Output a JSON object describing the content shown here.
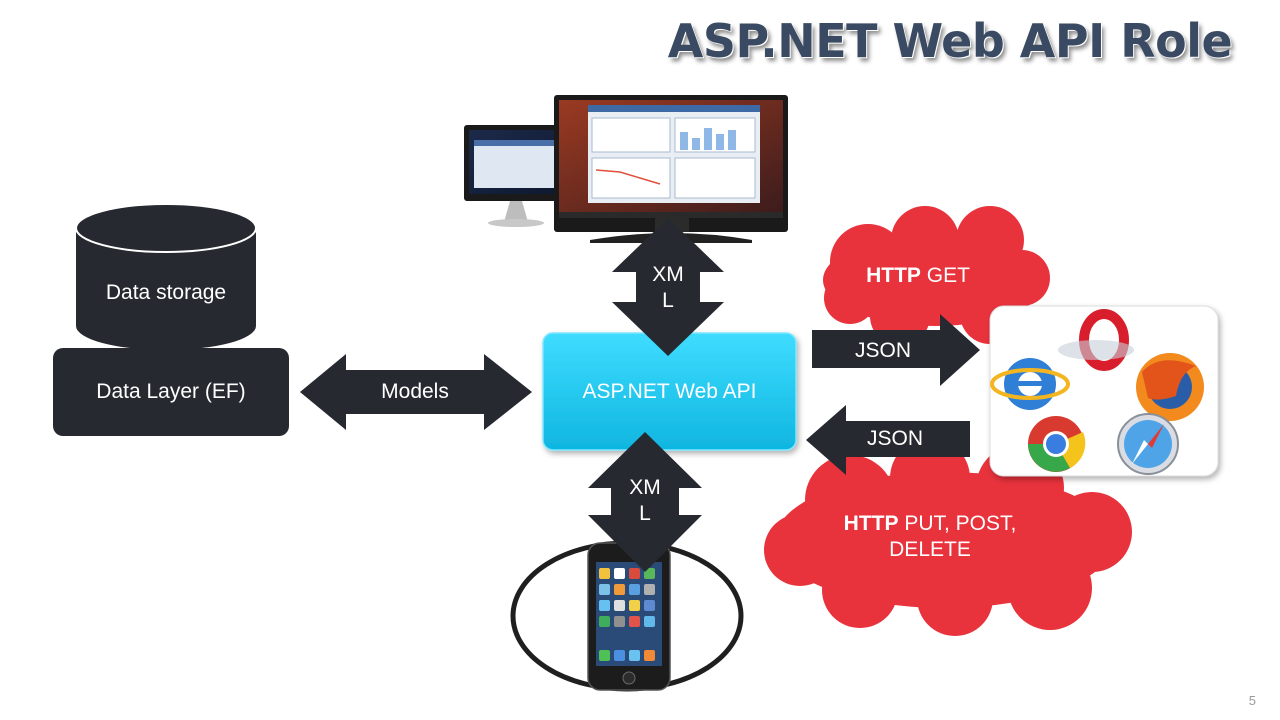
{
  "title": "ASP.NET Web API Role",
  "slide_number": "5",
  "nodes": {
    "data_storage": "Data storage",
    "data_layer": "Data Layer (EF)",
    "web_api": "ASP.NET Web API"
  },
  "arrows": {
    "models": "Models",
    "xml_top_line1": "XM",
    "xml_top_line2": "L",
    "xml_bottom_line1": "XM",
    "xml_bottom_line2": "L",
    "json_out": "JSON",
    "json_in": "JSON"
  },
  "clouds": {
    "get_bold": "HTTP",
    "get_rest": " GET",
    "write_bold": "HTTP",
    "write_rest": " PUT, POST,",
    "write_line2": "DELETE"
  },
  "colors": {
    "title": "#3b4a63",
    "dark_shape": "#262a30",
    "api_box": "#14c8f0",
    "cloud": "#e8323c"
  },
  "icons": [
    "desktop-monitors-image",
    "browser-logos-image",
    "smartphone-image"
  ]
}
